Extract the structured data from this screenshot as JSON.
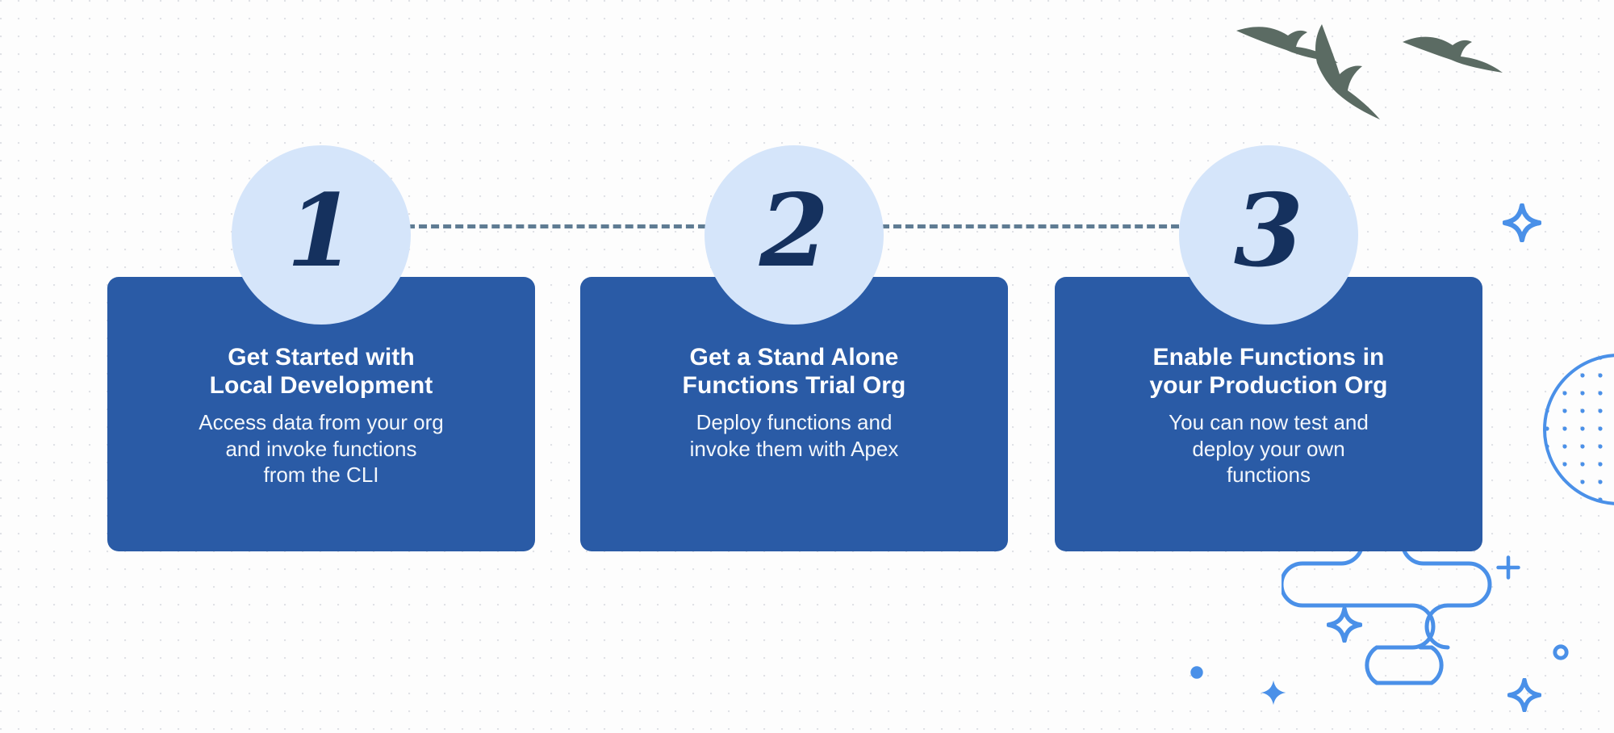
{
  "page": {
    "background_color": "#fdfdfd",
    "card_color": "#2a5ba6",
    "bubble_color": "#d5e5fa",
    "number_color": "#15315e",
    "accent_blue": "#4a90e8",
    "connector_color": "#5f7c93",
    "bird_color": "#5b6b63"
  },
  "steps": [
    {
      "number": "1",
      "title": "Get Started with\nLocal Development",
      "body": "Access data from your org\nand invoke functions\nfrom the CLI"
    },
    {
      "number": "2",
      "title": "Get a Stand Alone\nFunctions Trial Org",
      "body": "Deploy functions and\ninvoke them with Apex"
    },
    {
      "number": "3",
      "title": "Enable Functions in\nyour Production Org",
      "body": "You can now test and\ndeploy your own\nfunctions"
    }
  ],
  "decorations": {
    "birds": "three-flying-birds",
    "dot_circle": "dotted-circle",
    "squiggle": "rounded-maze-path",
    "sparkles": 4,
    "plus": 1,
    "small_circles": 2
  }
}
